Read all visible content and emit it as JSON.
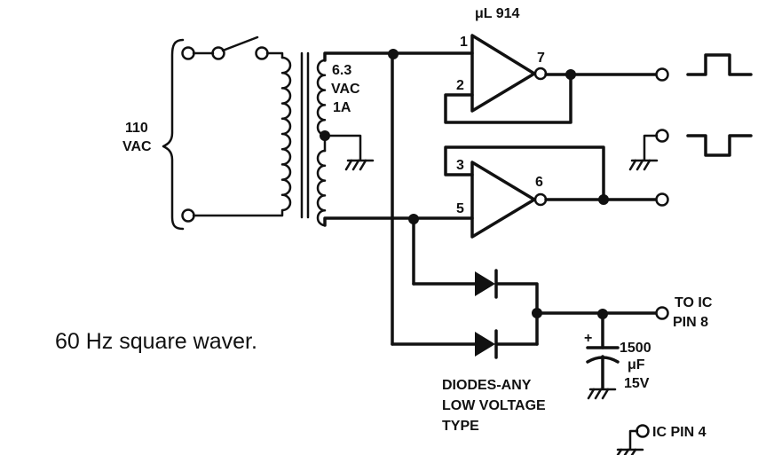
{
  "caption": "60 Hz square waver.",
  "labels": {
    "ic_name": "μL 914",
    "mains_line1": "110",
    "mains_line2": "VAC",
    "secondary_line1": "6.3",
    "secondary_line2": "VAC",
    "secondary_line3": "1A",
    "pin1": "1",
    "pin2": "2",
    "pin3": "3",
    "pin5": "5",
    "pin6": "6",
    "pin7": "7",
    "to_ic_line1": "TO IC",
    "to_ic_line2": "PIN 8",
    "cap_line1": "1500",
    "cap_line2": "μF",
    "cap_line3": "15V",
    "cap_plus": "+",
    "diodes_line1": "DIODES-ANY",
    "diodes_line2": "LOW VOLTAGE",
    "diodes_line3": "TYPE",
    "ic_pin4": "IC PIN 4"
  }
}
